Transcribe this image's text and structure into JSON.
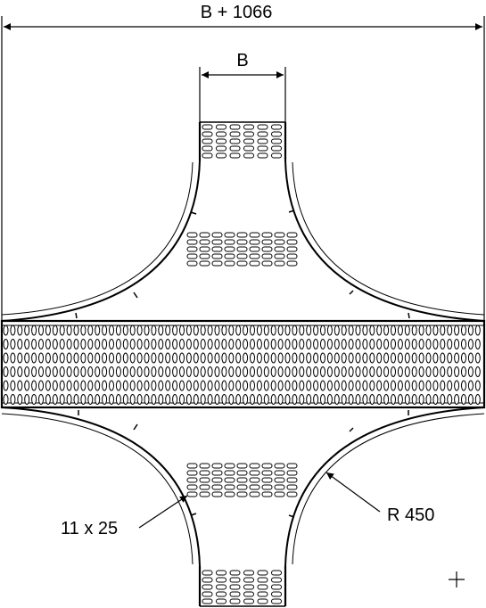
{
  "dimensions": {
    "overall_width": "B + 1066",
    "branch_width": "B",
    "perforation": "11 x 25",
    "bend_radius": "R 450"
  }
}
